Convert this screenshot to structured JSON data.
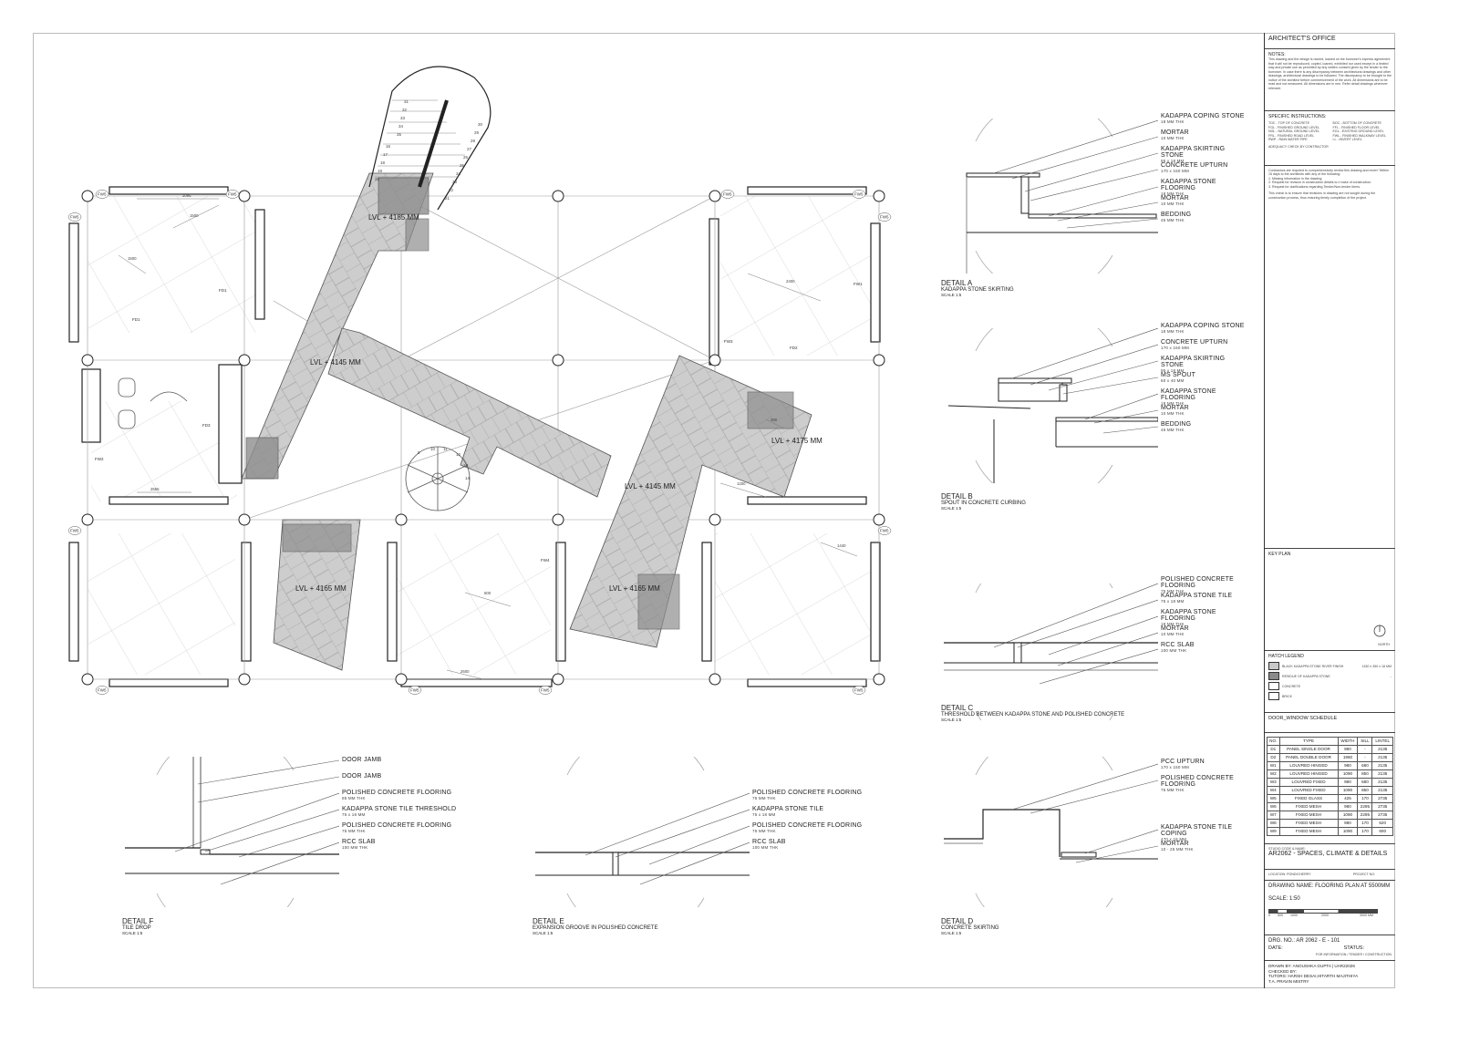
{
  "title_block": {
    "office": "ARCHITECT'S OFFICE",
    "notes_title": "NOTES:",
    "notes_text": "This drawing and the design is owned, loaned on the borrower's express agreement that it will not be reproduced, copied, loaned, exhibited nor used except in a limited way and private use as permitted by any written consent given by the lender to the borrower. In case there is any discrepancy between architectural drawings and other drawings, architectural drawings to be followed. The discrepancy to be brought to the notice of the architect before commencement of the work. All dimensions are to be read and not measured. All dimensions are in mm. Refer detail drawings wherever relevant.",
    "specific_title": "SPECIFIC INSTRUCTIONS:",
    "abbr_left": [
      "TOC - TOP OF CONCRETE",
      "FGL - FINISHED GROUND LEVEL",
      "NGL - NATURAL GROUND LEVEL",
      "FRL - FINISHED ROAD LEVEL",
      "RWP - RAIN WATER PIPE"
    ],
    "abbr_right": [
      "BOC - BOTTOM OF CONCRETE",
      "FFL - FINISHED FLOOR LEVEL",
      "EGL - EXISTING GROUND LEVEL",
      "FWL - FINISHED WALKWAY LEVEL",
      "I.L - INVERT LEVEL"
    ],
    "adequacy": "ADEQUACY CHECK BY CONTRACTOR",
    "contractor_text": "Contractors are required to comprehensively review this drawing and revert \"Within 15 days to the architects with any of the following:",
    "contractor_items": [
      "1.   Missing information in the drawing.",
      "2.   Request for revision in construction details w.r.t ease of construction.",
      "3.   Request for clarifications regarding Tender/Non-tender items."
    ],
    "contractor_note": "This check is to ensure that revisions in drawing are not sought during the construction process, thus ensuring timely completion of the project.",
    "key_plan": "KEY PLAN",
    "north": "NORTH",
    "hatch_title": "HATCH LEGEND",
    "hatch": [
      {
        "label": "BLACK KADAPPA STONE RIVER FINISH",
        "extra": "1150 x 350 x 18 MM",
        "fill": "#c8c8c8"
      },
      {
        "label": "RESIDUE OF KADAPPA STONE",
        "extra": "-",
        "fill": "#8a8a8a"
      },
      {
        "label": "CONCRETE",
        "extra": "",
        "fill": "#ffffff"
      },
      {
        "label": "BRICK",
        "extra": "",
        "fill": "#ffffff"
      }
    ],
    "schedule_title": "DOOR_WINDOW SCHEDULE",
    "schedule_headers": [
      "NO.",
      "TYPE",
      "WIDTH",
      "SILL",
      "LINTEL"
    ],
    "schedule_rows": [
      [
        "D1",
        "PANEL SINGLE DOOR",
        "980",
        "-",
        "2135"
      ],
      [
        "D2",
        "PANEL DOUBLE DOOR",
        "1960",
        "-",
        "2135"
      ],
      [
        "W1",
        "LOUVRED HINGED",
        "980",
        "680",
        "2135"
      ],
      [
        "W2",
        "LOUVRED HINGED",
        "1090",
        "850",
        "2135"
      ],
      [
        "W3",
        "LOUVRED FIXED",
        "980",
        "680",
        "2135"
      ],
      [
        "W4",
        "LOUVRED FIXED",
        "1090",
        "850",
        "2135"
      ],
      [
        "W5",
        "FIXED GLASS",
        "425",
        "170",
        "2735"
      ],
      [
        "W6",
        "FIXED MESH",
        "980",
        "2295",
        "2735"
      ],
      [
        "W7",
        "FIXED MESH",
        "1090",
        "2295",
        "2735"
      ],
      [
        "W8",
        "FIXED MESH",
        "980",
        "170",
        "520"
      ],
      [
        "W9",
        "FIXED MESH",
        "1090",
        "170",
        "600"
      ]
    ],
    "studio_label": "STUDIO CODE & NAME:",
    "studio_name": "AR2062 - SPACES, CLIMATE & DETAILS",
    "location": "LOCATION: PONDICHERRY",
    "project_no": "PROJECT NO:",
    "drawing_name": "DRAWING NAME: FLOORING PLAN AT 5500MM",
    "scale": "SCALE: 1:50",
    "scale_marks": [
      "0",
      "500",
      "1000",
      "2000",
      "3000 MM"
    ],
    "drg_no": "DRG. NO.: AR 2062 - E - 101",
    "date": "DATE:",
    "status": "STATUS:",
    "status_note": "FOR INFORMATION / TENDER / CONSTRUCTION",
    "drawn_by": "DRAWN BY: ANOUSHKA GUPTA | UAR22026",
    "checked_by": "CHECKED BY:",
    "tutors": "TUTORS: HARSH DESAI,HITARTH MAJITHIYA",
    "ta": "T.A. PRAVIN MISTRY"
  },
  "plan": {
    "levels": [
      "LVL + 4185 MM",
      "LVL + 4145 MM",
      "LVL + 4175 MM",
      "LVL + 4145 MM",
      "LVL + 4165 MM",
      "LVL + 4165 MM"
    ],
    "window_tags": [
      "FW5",
      "FW5",
      "FW5",
      "FW5",
      "FW5",
      "FW5",
      "FW5",
      "FW5",
      "FW5",
      "FW5",
      "FW5",
      "FW5"
    ],
    "dims": [
      "2095",
      "1500",
      "2400",
      "1200",
      "500",
      "1440",
      "2555",
      "2600",
      "1500",
      "480"
    ],
    "stair_steps": [
      "31",
      "32",
      "33",
      "34",
      "35",
      "16",
      "17",
      "18",
      "19",
      "20",
      "30",
      "29",
      "28",
      "27",
      "26",
      "25",
      "24",
      "23",
      "22",
      "21"
    ],
    "spiral_steps": [
      "9",
      "10",
      "11",
      "12",
      "13",
      "14"
    ],
    "rooms": [
      "FD1",
      "FD1",
      "FD2",
      "FD3",
      "FW1",
      "FW2",
      "FW3",
      "FW4"
    ]
  },
  "details": [
    {
      "id": "a",
      "title": "DETAIL A",
      "subtitle": "KADAPPA STONE SKIRTING",
      "scale": "SCALE 1:5",
      "labels": [
        [
          "KADAPPA COPING STONE",
          "18 MM THK"
        ],
        [
          "MORTAR",
          "10 MM THK"
        ],
        [
          "KADAPPA SKIRTING STONE",
          "95 x 18 MM"
        ],
        [
          "CONCRETE UPTURN",
          "170 x 150 MM"
        ],
        [
          "KADAPPA STONE FLOORING",
          "18 MM THK"
        ],
        [
          "MORTAR",
          "10 MM THK"
        ],
        [
          "BEDDING",
          "45 MM THK"
        ]
      ]
    },
    {
      "id": "b",
      "title": "DETAIL B",
      "subtitle": "SPOUT IN CONCRETE CURBING",
      "scale": "SCALE 1:5",
      "labels": [
        [
          "KADAPPA COPING STONE",
          "18 MM THK"
        ],
        [
          "CONCRETE UPTURN",
          "170 x 150 MM"
        ],
        [
          "KADAPPA SKIRTING STONE",
          "95 x 18 MM"
        ],
        [
          "MS SPOUT",
          "60 x 40 MM"
        ],
        [
          "KADAPPA STONE FLOORING",
          "18 MM THK"
        ],
        [
          "MORTAR",
          "10 MM THK"
        ],
        [
          "BEDDING",
          "45 MM THK"
        ]
      ]
    },
    {
      "id": "c",
      "title": "DETAIL C",
      "subtitle": "THRESHOLD BETWEEN KADAPPA STONE AND POLISHED CONCRETE",
      "scale": "SCALE 1:5",
      "labels": [
        [
          "POLISHED CONCRETE FLOORING",
          "75 MM THK"
        ],
        [
          "KADAPPA STONE TILE",
          "75 x 18 MM"
        ],
        [
          "KADAPPA STONE FLOORING",
          "18 MM THK"
        ],
        [
          "MORTAR",
          "10 MM THK"
        ],
        [
          "RCC SLAB",
          "100 MM THK"
        ]
      ]
    },
    {
      "id": "d",
      "title": "DETAIL D",
      "subtitle": "CONCRETE SKIRTING",
      "scale": "SCALE 1:5",
      "labels": [
        [
          "PCC UPTURN",
          "170 x 150 MM"
        ],
        [
          "POLISHED CONCRETE FLOORING",
          "75 MM THK"
        ],
        [
          "KADAPPA STONE TILE COPING",
          "470 x 18 MM"
        ],
        [
          "MORTAR",
          "10 - 25 MM THK"
        ]
      ]
    },
    {
      "id": "e",
      "title": "DETAIL E",
      "subtitle": "EXPANSION GROOVE IN POLISHED CONCRETE",
      "scale": "SCALE 1:5",
      "labels": [
        [
          "POLISHED CONCRETE FLOORING",
          "75 MM THK"
        ],
        [
          "KADAPPA STONE TILE",
          "75 x 18 MM"
        ],
        [
          "POLISHED CONCRETE FLOORING",
          "75 MM THK"
        ],
        [
          "RCC SLAB",
          "100 MM THK"
        ]
      ]
    },
    {
      "id": "f",
      "title": "DETAIL F",
      "subtitle": "TILE DROP",
      "scale": "SCALE 1:5",
      "labels": [
        [
          "DOOR JAMB",
          ""
        ],
        [
          "DOOR JAMB",
          ""
        ],
        [
          "POLISHED CONCRETE FLOORING",
          "85 MM THK"
        ],
        [
          "KADAPPA STONE TILE THRESHOLD",
          "75 x 18 MM"
        ],
        [
          "POLISHED CONCRETE FLOORING",
          "75 MM THK"
        ],
        [
          "RCC SLAB",
          "100 MM THK"
        ]
      ]
    }
  ],
  "colors": {
    "stone": "#c9c9c9",
    "residue": "#8e8e8e",
    "line": "#333333"
  }
}
